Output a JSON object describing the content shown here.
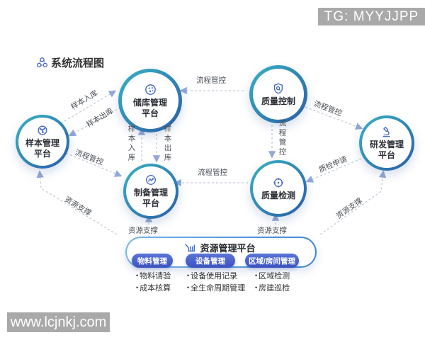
{
  "watermarks": {
    "top": "TG: MYYJJPP",
    "bottom": "www.lcjnkj.com"
  },
  "title": "系统流程图",
  "nodes": {
    "sample": {
      "line1": "样本管理",
      "line2": "平台"
    },
    "storage": {
      "line1": "储库管理",
      "line2": "平台"
    },
    "quality_control": {
      "line1": "质量控制",
      "line2": ""
    },
    "rd": {
      "line1": "研发管理",
      "line2": "平台"
    },
    "preparation": {
      "line1": "制备管理",
      "line2": "平台"
    },
    "quality_test": {
      "line1": "质量检测",
      "line2": ""
    }
  },
  "edge_labels": [
    "流程管控",
    "样本入库",
    "样本出库",
    "流程管控",
    "样本入库",
    "样本出库",
    "流程管控",
    "流程管控",
    "流程管控",
    "质检申请",
    "资源支撑",
    "资源支撑",
    "资源支撑",
    "资源支撑"
  ],
  "resource": {
    "title": "资源管理平台",
    "bullet": "•",
    "groups": [
      {
        "name": "物料管理",
        "items": [
          "物料请验",
          "成本核算"
        ]
      },
      {
        "name": "设备管理",
        "items": [
          "设备使用记录",
          "全生命周期管理"
        ]
      },
      {
        "name": "区域/房间管理",
        "items": [
          "区域检测",
          "房建巡检"
        ]
      }
    ]
  },
  "colors": {
    "ring_teal": "#38b2c3",
    "ring_blue": "#2a5ea8",
    "pill_blue": "#4a63cf",
    "dash_gray": "#c2cbd9",
    "arrowhead_blue": "#93a7d8",
    "watermark_gray": "#a9a9a9"
  }
}
